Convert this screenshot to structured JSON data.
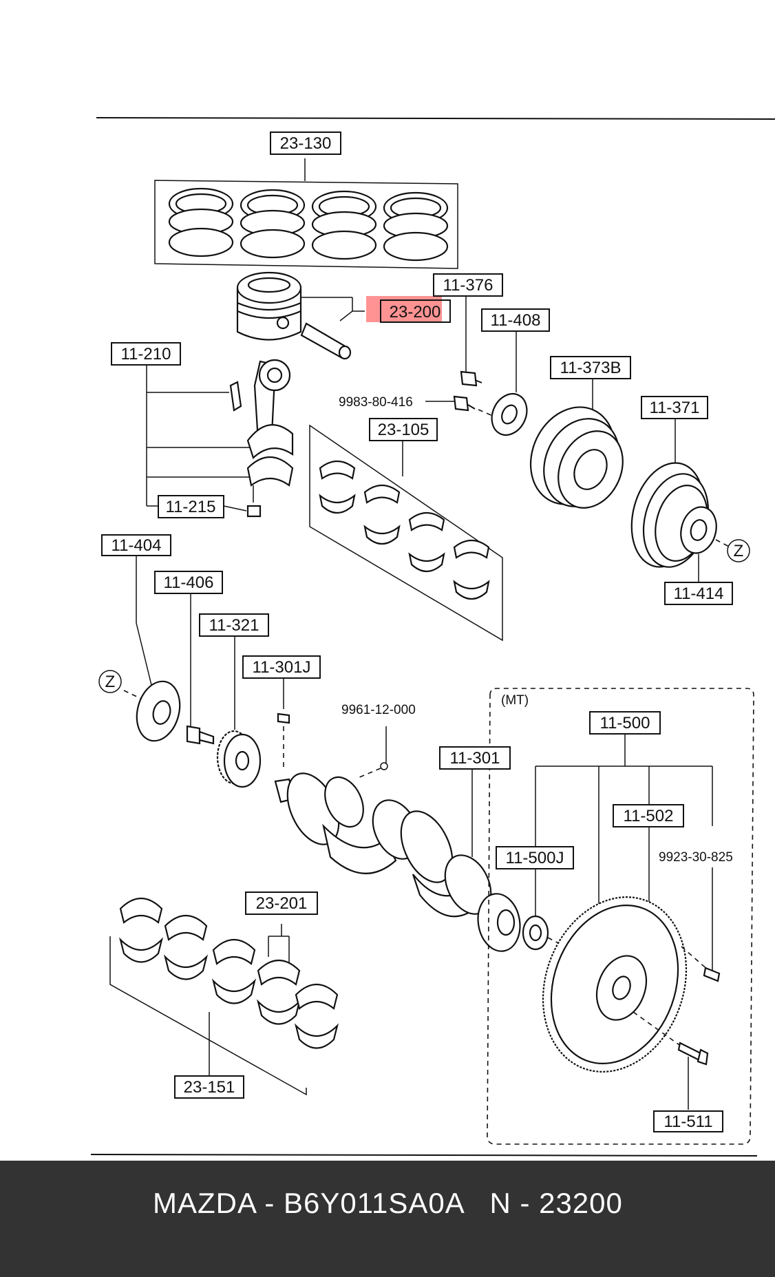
{
  "labels": {
    "l23_130": "23-130",
    "l23_200": "23-200",
    "l11_376": "11-376",
    "l11_408": "11-408",
    "l11_210": "11-210",
    "l9983": "9983-80-416",
    "l11_373b": "11-373B",
    "l23_105": "23-105",
    "l11_371": "11-371",
    "l11_215": "11-215",
    "lz1": "Z",
    "l11_404": "11-404",
    "l11_414": "11-414",
    "l11_406": "11-406",
    "l11_321": "11-321",
    "l11_301j": "11-301J",
    "lz2": "Z",
    "l9961": "9961-12-000",
    "lmt": "(MT)",
    "l11_500": "11-500",
    "l11_301": "11-301",
    "l11_502": "11-502",
    "l9923": "9923-30-825",
    "l11_500j": "11-500J",
    "l23_201": "23-201",
    "l23_151": "23-151",
    "l11_511": "11-511"
  },
  "highlight": {
    "part": "23-200",
    "color": "#ff3b3b"
  },
  "footer": {
    "text": "MAZDA - B6Y011SA0A   N - 23200",
    "background": "#333333"
  }
}
